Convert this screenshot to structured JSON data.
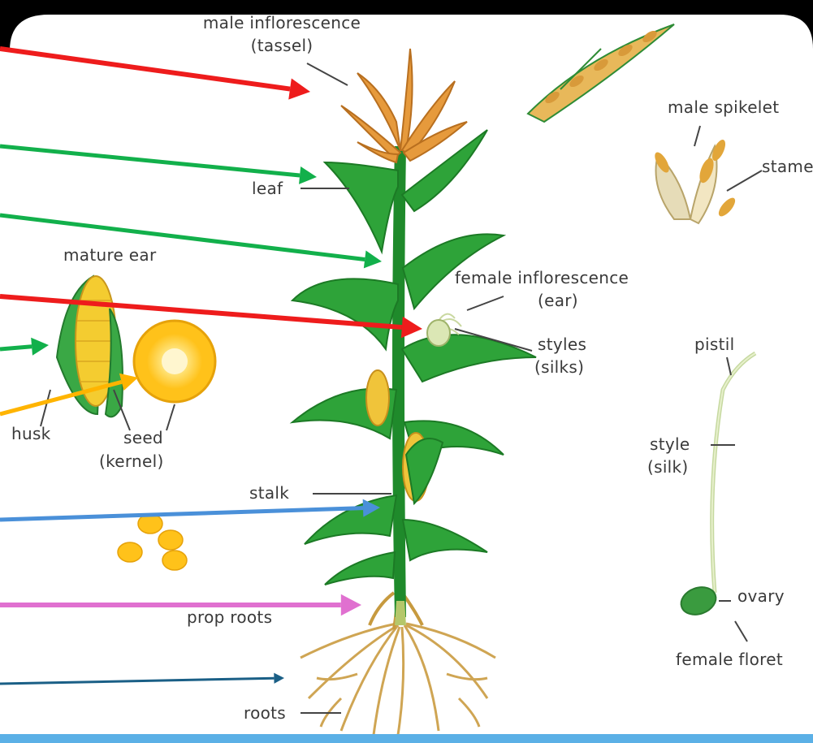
{
  "labels": {
    "male_inflorescence": "male inflorescence",
    "tassel": "(tassel)",
    "male_spikelet": "male spikelet",
    "stamen": "stame",
    "leaf": "leaf",
    "mature_ear": "mature ear",
    "female_inflorescence": "female inflorescence",
    "ear": "(ear)",
    "styles": "styles",
    "silks": "(silks)",
    "pistil": "pistil",
    "husk": "husk",
    "seed": "seed",
    "kernel": "(kernel)",
    "stalk": "stalk",
    "style": "style",
    "silk": "(silk)",
    "ovary": "ovary",
    "prop_roots": "prop roots",
    "female_floret": "female floret",
    "roots": "roots"
  },
  "arrow_colors": {
    "tassel": "#ee1c1c",
    "upper_leaf": "#12b04b",
    "middle_leaf": "#12b04b",
    "ear": "#ee1c1c",
    "mature_ear": "#12b04b",
    "kernel": "#ffb400",
    "stalk": "#4a90d9",
    "prop_roots": "#e070d0",
    "roots": "#1a5f86"
  }
}
